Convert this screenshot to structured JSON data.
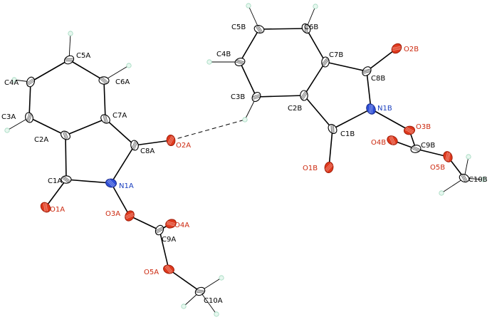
{
  "colors": {
    "carbon": "#ffffff",
    "carbon_stroke": "#000000",
    "oxygen": "#e03a1e",
    "nitrogen": "#2f4fd8",
    "hydrogen": "#e7f7ef",
    "hydrogen_stroke": "#9fd8bd",
    "bond": "#000000",
    "hbond": "#000000"
  },
  "atoms": {
    "C1A": {
      "label": "C1A",
      "el": "C"
    },
    "C2A": {
      "label": "C2A",
      "el": "C"
    },
    "C3A": {
      "label": "C3A",
      "el": "C"
    },
    "C4A": {
      "label": "C4A",
      "el": "C"
    },
    "C5A": {
      "label": "C5A",
      "el": "C"
    },
    "C6A": {
      "label": "C6A",
      "el": "C"
    },
    "C7A": {
      "label": "C7A",
      "el": "C"
    },
    "C8A": {
      "label": "C8A",
      "el": "C"
    },
    "C9A": {
      "label": "C9A",
      "el": "C"
    },
    "C10A": {
      "label": "C10A",
      "el": "C"
    },
    "N1A": {
      "label": "N1A",
      "el": "N"
    },
    "O1A": {
      "label": "O1A",
      "el": "O"
    },
    "O2A": {
      "label": "O2A",
      "el": "O"
    },
    "O3A": {
      "label": "O3A",
      "el": "O"
    },
    "O4A": {
      "label": "O4A",
      "el": "O"
    },
    "O5A": {
      "label": "O5A",
      "el": "O"
    },
    "C1B": {
      "label": "C1B",
      "el": "C"
    },
    "C2B": {
      "label": "C2B",
      "el": "C"
    },
    "C3B": {
      "label": "C3B",
      "el": "C"
    },
    "C4B": {
      "label": "C4B",
      "el": "C"
    },
    "C5B": {
      "label": "C5B",
      "el": "C"
    },
    "C6B": {
      "label": "C6B",
      "el": "C"
    },
    "C7B": {
      "label": "C7B",
      "el": "C"
    },
    "C8B": {
      "label": "C8B",
      "el": "C"
    },
    "C9B": {
      "label": "C9B",
      "el": "C"
    },
    "C10B": {
      "label": "C10B",
      "el": "C"
    },
    "N1B": {
      "label": "N1B",
      "el": "N"
    },
    "O1B": {
      "label": "O1B",
      "el": "O"
    },
    "O2B": {
      "label": "O2B",
      "el": "O"
    },
    "O3B": {
      "label": "O3B",
      "el": "O"
    },
    "O4B": {
      "label": "O4B",
      "el": "O"
    },
    "O5B": {
      "label": "O5B",
      "el": "O"
    }
  },
  "bonds": [
    [
      "C2A",
      "C3A"
    ],
    [
      "C3A",
      "C4A"
    ],
    [
      "C4A",
      "C5A"
    ],
    [
      "C5A",
      "C6A"
    ],
    [
      "C6A",
      "C7A"
    ],
    [
      "C7A",
      "C2A"
    ],
    [
      "C2A",
      "C1A"
    ],
    [
      "C1A",
      "O1A"
    ],
    [
      "C1A",
      "N1A"
    ],
    [
      "N1A",
      "C8A"
    ],
    [
      "C8A",
      "C7A"
    ],
    [
      "C8A",
      "O2A"
    ],
    [
      "N1A",
      "O3A"
    ],
    [
      "O3A",
      "C9A"
    ],
    [
      "C9A",
      "O4A"
    ],
    [
      "C9A",
      "O5A"
    ],
    [
      "O5A",
      "C10A"
    ],
    [
      "C2B",
      "C3B"
    ],
    [
      "C3B",
      "C4B"
    ],
    [
      "C4B",
      "C5B"
    ],
    [
      "C5B",
      "C6B"
    ],
    [
      "C6B",
      "C7B"
    ],
    [
      "C7B",
      "C2B"
    ],
    [
      "C2B",
      "C1B"
    ],
    [
      "C1B",
      "O1B"
    ],
    [
      "C1B",
      "N1B"
    ],
    [
      "N1B",
      "C8B"
    ],
    [
      "C8B",
      "C7B"
    ],
    [
      "C8B",
      "O2B"
    ],
    [
      "N1B",
      "O3B"
    ],
    [
      "O3B",
      "C9B"
    ],
    [
      "C9B",
      "O4B"
    ],
    [
      "C9B",
      "O5B"
    ],
    [
      "O5B",
      "C10B"
    ]
  ],
  "hydrogen_bonds": [
    [
      "O2A",
      "H3B"
    ]
  ]
}
